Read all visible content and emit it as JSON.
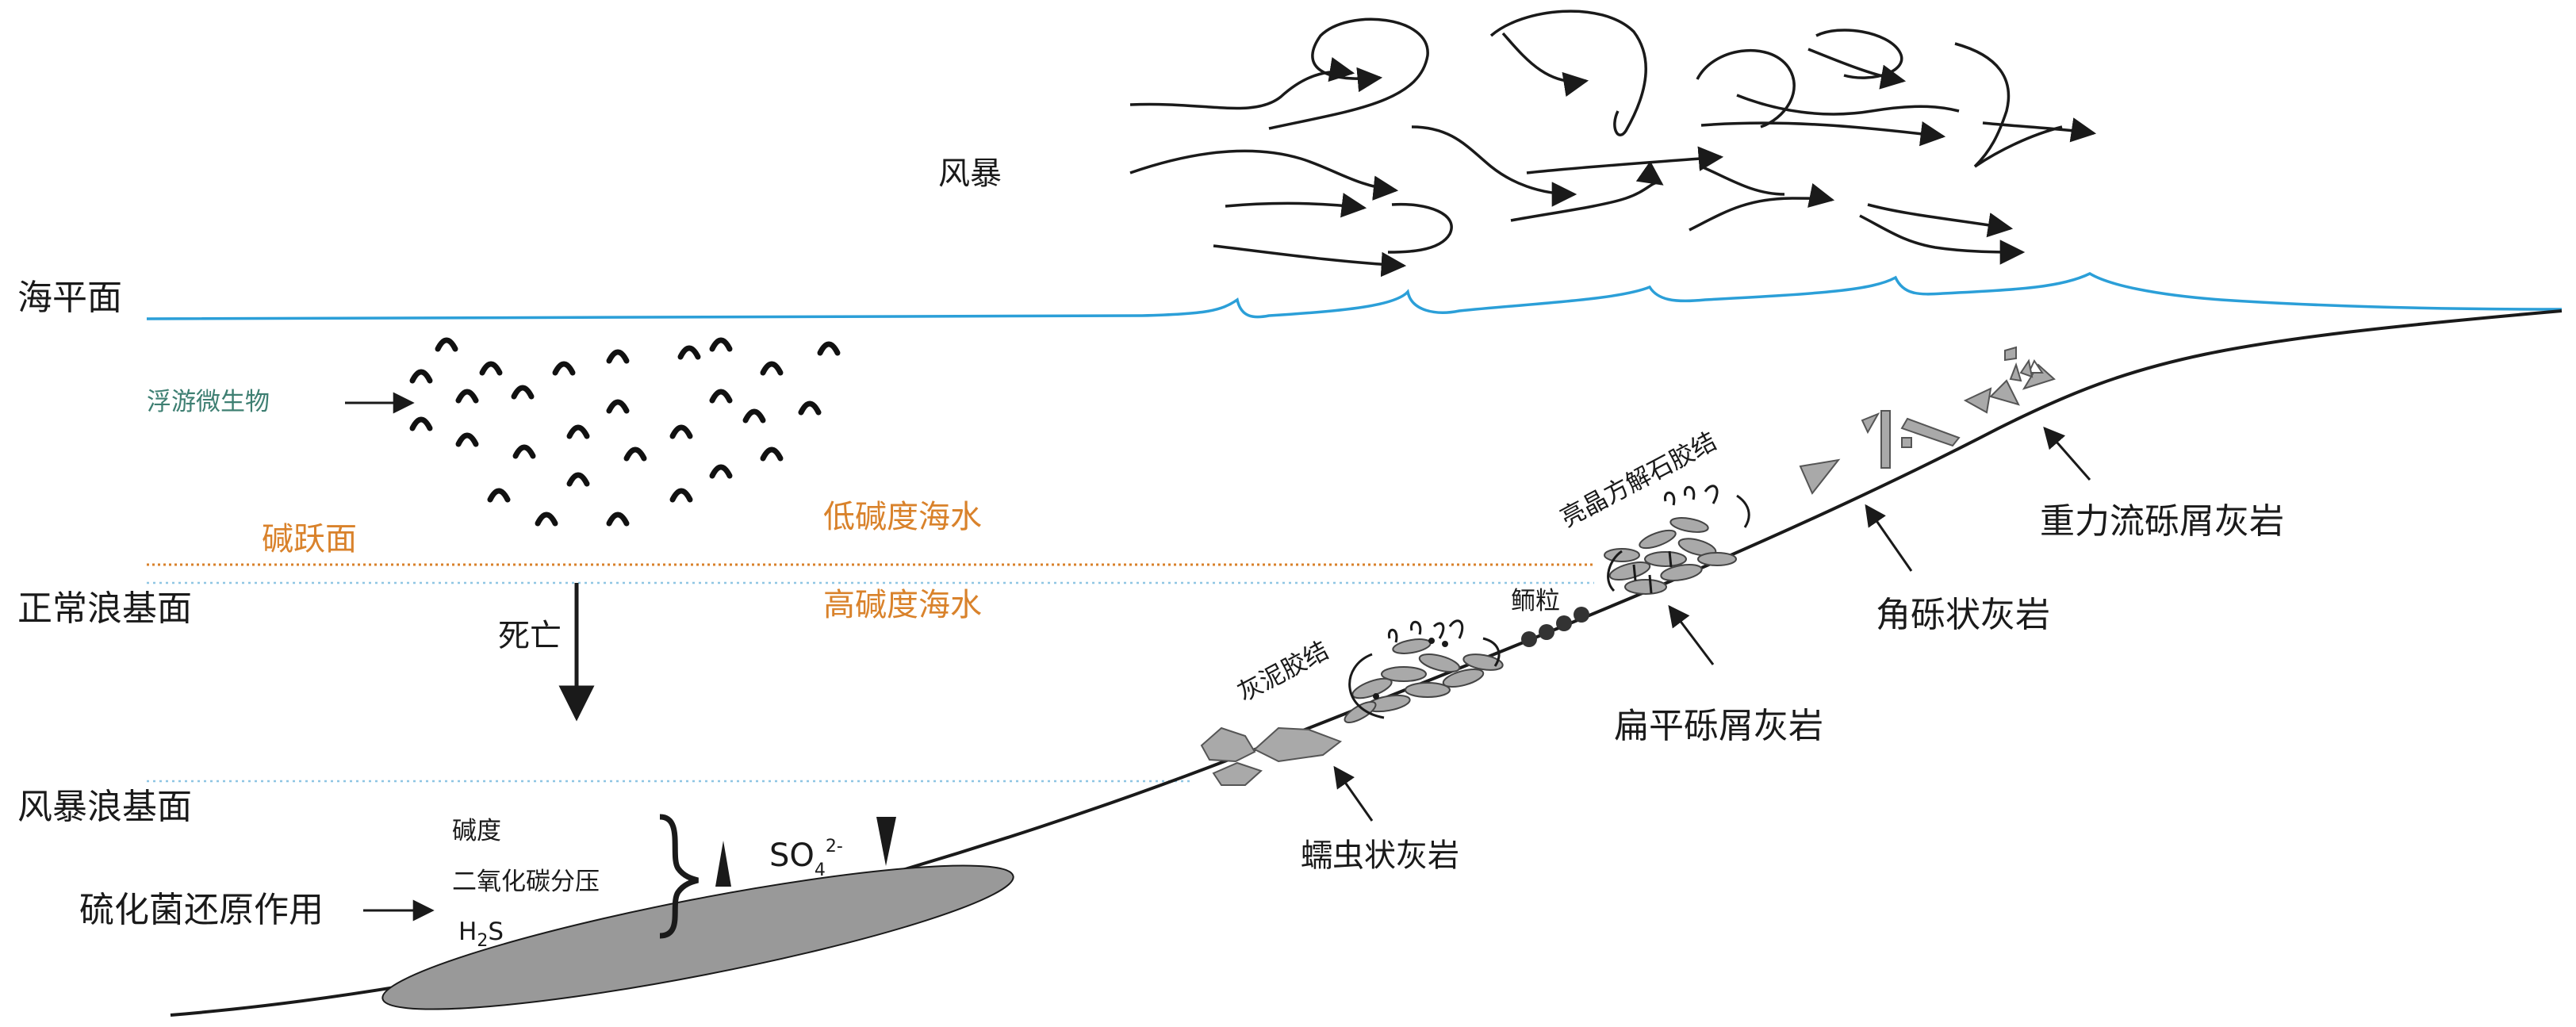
{
  "labels": {
    "storm": "风暴",
    "sea_level": "海平面",
    "plankton": "浮游微生物",
    "lysocline": "碱跃面",
    "low_alk_water": "低碱度海水",
    "high_alk_water": "高碱度海水",
    "normal_wave_base": "正常浪基面",
    "death": "死亡",
    "storm_wave_base": "风暴浪基面",
    "sulfate_reduction": "硫化菌还原作用",
    "alkalinity": "碱度",
    "co2_pressure": "二氧化碳分压",
    "h2s_main": "H",
    "h2s_sub": "2",
    "h2s_tail": "S",
    "so4_main": "SO",
    "so4_sub": "4",
    "so4_sup": "2-",
    "micrite_cement": "灰泥胶结",
    "vermicular_limestone": "蠕虫状灰岩",
    "oolite": "鲕粒",
    "sparry_calcite_cement": "亮晶方解石胶结",
    "flat_pebble_limestone": "扁平砾屑灰岩",
    "breccia_limestone": "角砾状灰岩",
    "gravity_flow_limestone": "重力流砾屑灰岩"
  },
  "colors": {
    "sea_surface": "#2b9fd8",
    "lysocline_line": "#d9822b",
    "wave_base_line": "#8fc6e3",
    "plankton_label": "#3e7f72",
    "water_label": "#d9822b",
    "clast_fill": "#a9a9a9",
    "lens_fill": "#999999",
    "ink": "#1a1a1a"
  },
  "icons": {
    "plankton": "arch-icon",
    "wind": "curved-arrow-icon",
    "oolite": "filled-circle-icon"
  }
}
